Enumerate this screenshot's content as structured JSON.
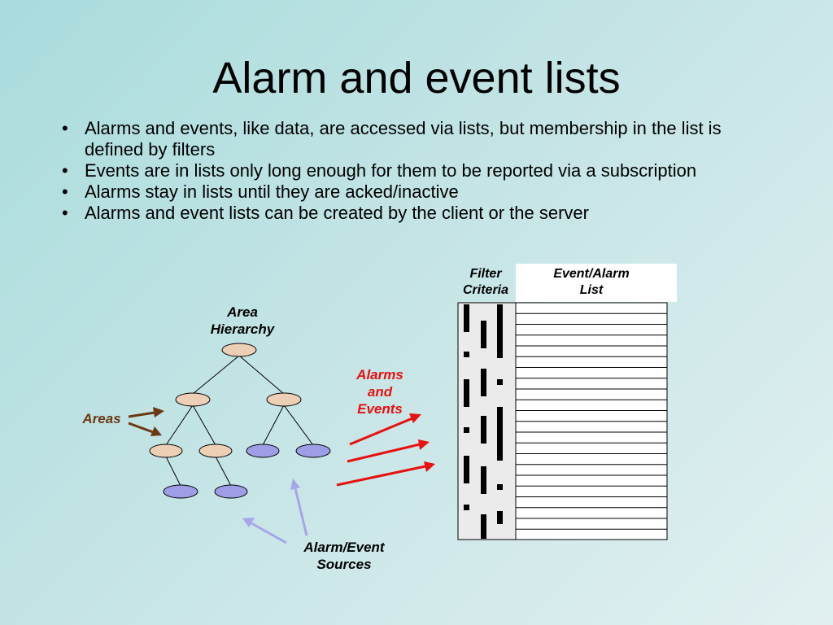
{
  "title": "Alarm and event lists",
  "bullets": [
    "Alarms and events, like data, are accessed via lists, but membership in the list is defined by filters",
    "Events are in lists only long enough for them to be reported via a subscription",
    "Alarms stay in lists until they are acked/inactive",
    "Alarms and event lists can be created by the client or the server"
  ],
  "diagram": {
    "area_hierarchy": [
      "Area",
      "Hierarchy"
    ],
    "areas": "Areas",
    "alarms_and_events": [
      "Alarms",
      "and",
      "Events"
    ],
    "alarm_event_sources": [
      "Alarm/Event",
      "Sources"
    ],
    "filter_criteria": [
      "Filter",
      "Criteria"
    ],
    "event_alarm_list": [
      "Event/Alarm",
      "List"
    ]
  },
  "colors": {
    "area_node": "#edcfb5",
    "source_node": "#9e9ee6",
    "alarms_arrow": "#e81010",
    "areas_arrow": "#6b3812",
    "sources_arrow": "#a6a6ea",
    "alarms_label": "#e81010",
    "areas_label": "#6b3812"
  }
}
